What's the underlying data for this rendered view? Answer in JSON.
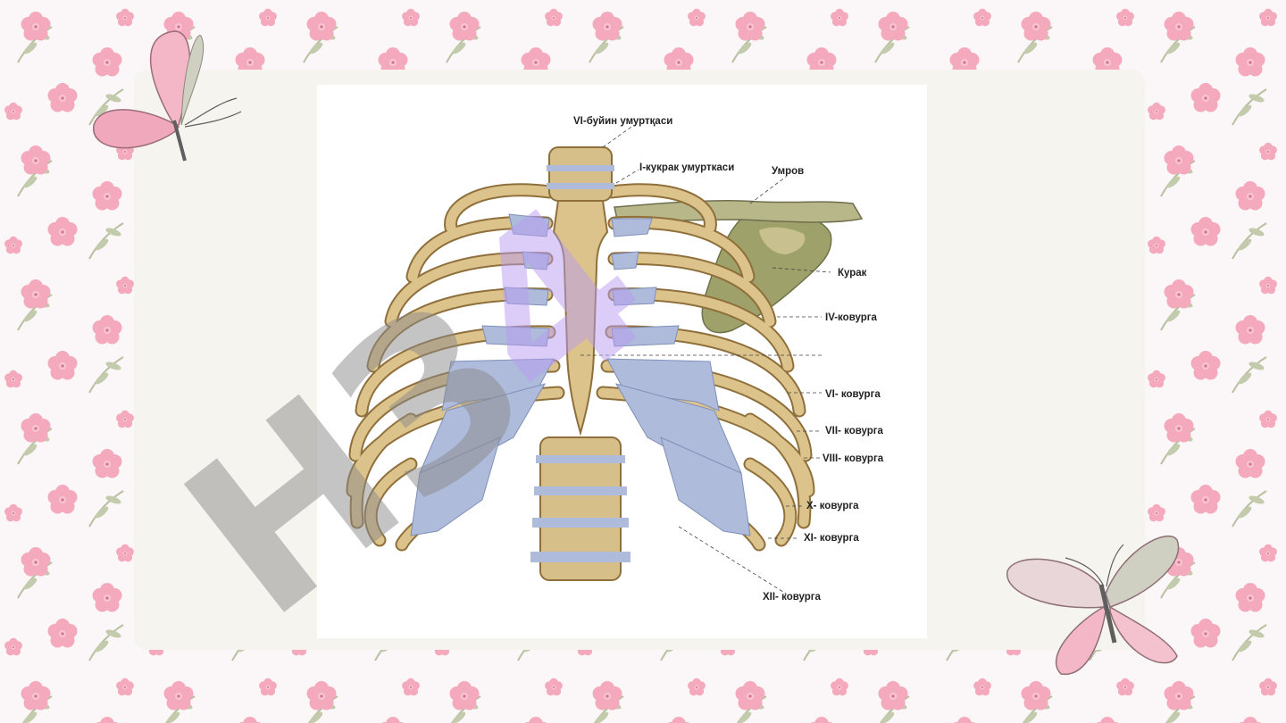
{
  "labels": {
    "cervical_vertebra": "VI-буйин умуртқаси",
    "thoracic_vertebra": "I-кукрак умурткаси",
    "clavicle": "Умров",
    "scapula": "Курак",
    "rib4": "IV-ковурга",
    "rib6": "VI- ковурга",
    "rib7": "VII- ковурга",
    "rib8": "VIII- ковурга",
    "rib10": "X- ковурга",
    "rib11": "XI- ковурга",
    "rib12": "XII- ковурга"
  },
  "watermark": "НЗ4",
  "colors": {
    "bone": "#d9bf86",
    "cartilage": "#a9b7d9",
    "scapula": "#9aa06a",
    "flower": "#f2a6b8",
    "leaf": "#b9c4a3",
    "watermark_purple": "#b89cf0",
    "watermark_gray": "#8a8a8a"
  }
}
